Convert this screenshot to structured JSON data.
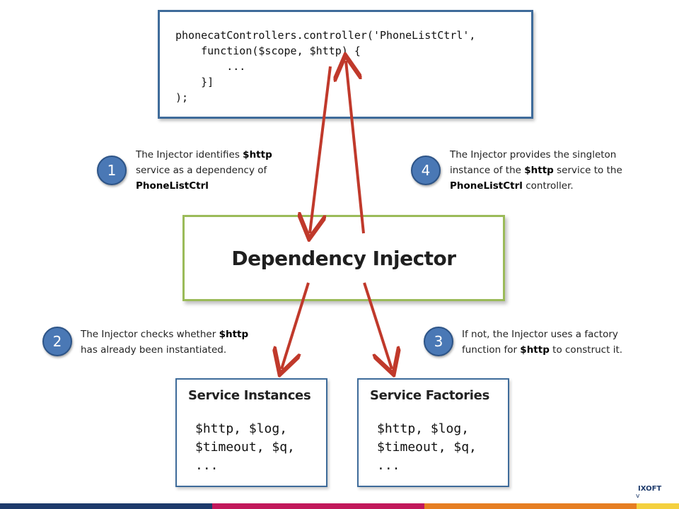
{
  "code": {
    "line1": "phonecatControllers.controller('PhoneListCtrl',",
    "line2": "    function($scope, $http) {",
    "line3": "        ...",
    "line4": "    }]",
    "line5": ");"
  },
  "injector": {
    "label": "Dependency Injector"
  },
  "steps": [
    {
      "number": "1",
      "pre1": "The Injector identifies ",
      "bold1": "$http",
      "line2": "service as a dependency  of",
      "bold3": "PhoneListCtrl"
    },
    {
      "number": "2",
      "pre1": "The Injector checks whether ",
      "bold1": "$http",
      "line2": "has already been instantiated."
    },
    {
      "number": "3",
      "line1": "If not, the Injector uses a factory",
      "pre2": "function for ",
      "bold2": "$http",
      "post2": " to construct it."
    },
    {
      "number": "4",
      "line1": "The Injector provides the singleton",
      "pre2": "instance of the ",
      "bold2": "$http",
      "post2": " service to the",
      "bold3": "PhoneListCtrl",
      "post3": " controller."
    }
  ],
  "service_instances": {
    "title": "Service Instances",
    "line1": "$http, $log,",
    "line2": "$timeout, $q,",
    "line3": "..."
  },
  "service_factories": {
    "title": "Service Factories",
    "line1": "$http, $log,",
    "line2": "$timeout, $q,",
    "line3": "..."
  },
  "logo": {
    "text": "IXOFT",
    "mark": "v"
  },
  "colors": {
    "arrow": "#c0392b",
    "box_blue": "#3e6b9a",
    "box_green": "#9bbb59",
    "circle": "#4a78b5",
    "footer": [
      "#1d3a6b",
      "#c2185b",
      "#e67e22",
      "#f4d03f"
    ]
  }
}
